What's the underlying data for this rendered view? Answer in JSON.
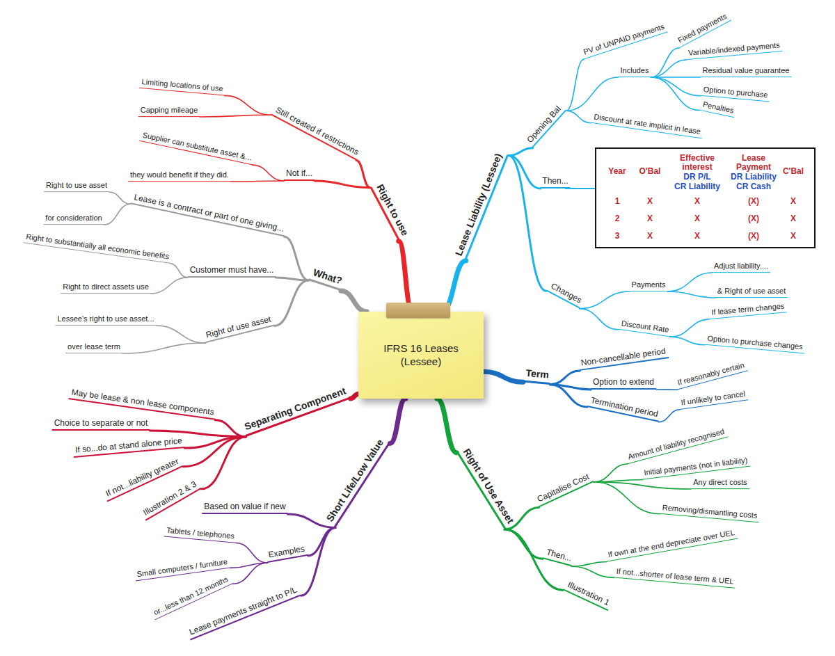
{
  "diagram": {
    "nodes": [
      {
        "text": [
          "IFRS 16 Leases (Lessee)"
        ]
      },
      {
        "text": [
          "Lease Liability (Lessee)"
        ]
      },
      {
        "text": [
          "Opening Bal"
        ]
      },
      {
        "text": [
          "PV of UNPAID payments"
        ]
      },
      {
        "text": [
          "Includes"
        ]
      },
      {
        "text": [
          "Fixed payments"
        ]
      },
      {
        "text": [
          "Variable/indexed payments"
        ]
      },
      {
        "text": [
          "Residual value guarantee"
        ]
      },
      {
        "text": [
          "Option to purchase"
        ]
      },
      {
        "text": [
          "Penalties"
        ]
      },
      {
        "text": [
          "Discount at rate implicit in lease"
        ]
      },
      {
        "text": [
          "Then..."
        ]
      },
      {
        "text": [
          "Changes"
        ]
      },
      {
        "text": [
          "Payments"
        ]
      },
      {
        "text": [
          "Adjust liability...."
        ]
      },
      {
        "text": [
          "& Right of use asset"
        ]
      },
      {
        "text": [
          "Discount Rate"
        ]
      },
      {
        "text": [
          "If lease term changes"
        ]
      },
      {
        "text": [
          "Option to purchase changes"
        ]
      },
      {
        "text": [
          "Term"
        ]
      },
      {
        "text": [
          "Non-cancellable period"
        ]
      },
      {
        "text": [
          "Option to extend"
        ]
      },
      {
        "text": [
          "If reasonably certain"
        ]
      },
      {
        "text": [
          "Termination period"
        ]
      },
      {
        "text": [
          "If unlikely to cancel"
        ]
      },
      {
        "text": [
          "Right of Use Asset"
        ]
      },
      {
        "text": [
          "Capitalise Cost"
        ]
      },
      {
        "text": [
          "Amount of liability recognised"
        ]
      },
      {
        "text": [
          "Initial payments (not in liability)"
        ]
      },
      {
        "text": [
          "Any direct costs"
        ]
      },
      {
        "text": [
          "Removing/dismantling costs"
        ]
      },
      {
        "text": [
          "Then..."
        ]
      },
      {
        "text": [
          "If own at the end depreciate over UEL"
        ]
      },
      {
        "text": [
          "If not...shorter of lease term & UEL"
        ]
      },
      {
        "text": [
          "Illustration 1"
        ]
      },
      {
        "text": [
          "Right to use"
        ]
      },
      {
        "text": [
          "Still created if restrictions"
        ]
      },
      {
        "text": [
          "Limiting locations of use"
        ]
      },
      {
        "text": [
          "Capping mileage"
        ]
      },
      {
        "text": [
          "Not if..."
        ]
      },
      {
        "text": [
          "Supplier can substitute asset &..."
        ]
      },
      {
        "text": [
          "they would benefit if they did."
        ]
      },
      {
        "text": [
          "What?"
        ]
      },
      {
        "text": [
          "Lease is a contract or part of one giving..."
        ]
      },
      {
        "text": [
          "Right to use asset"
        ]
      },
      {
        "text": [
          "for consideration"
        ]
      },
      {
        "text": [
          "Customer must have..."
        ]
      },
      {
        "text": [
          "Right to substantially all economic benefits"
        ]
      },
      {
        "text": [
          "Right to direct assets use"
        ]
      },
      {
        "text": [
          "Right of use asset"
        ]
      },
      {
        "text": [
          "Lessee's right to use asset..."
        ]
      },
      {
        "text": [
          "over lease term"
        ]
      },
      {
        "text": [
          "Separating Component"
        ]
      },
      {
        "text": [
          "May be lease & non lease components"
        ]
      },
      {
        "text": [
          "Choice to separate or not"
        ]
      },
      {
        "text": [
          "If so...do at stand alone price"
        ]
      },
      {
        "text": [
          "If not...liability greater"
        ]
      },
      {
        "text": [
          "Illustration 2 & 3"
        ]
      },
      {
        "text": [
          "Short Life/Low Value"
        ]
      },
      {
        "text": [
          "Based on value if new"
        ]
      },
      {
        "text": [
          "Examples"
        ]
      },
      {
        "text": [
          "Tablets / telephones"
        ]
      },
      {
        "text": [
          "Small computers / furniture"
        ]
      },
      {
        "text": [
          "or...less than 12 months"
        ]
      },
      {
        "text": [
          "Lease payments straight to P/L"
        ]
      }
    ],
    "edges": [
      {
        "from": 0,
        "to": 1,
        "arrow": "none"
      },
      {
        "from": 1,
        "to": 2,
        "arrow": "none"
      },
      {
        "from": 2,
        "to": 3,
        "arrow": "none"
      },
      {
        "from": 2,
        "to": 4,
        "arrow": "none"
      },
      {
        "from": 4,
        "to": 5,
        "arrow": "none"
      },
      {
        "from": 4,
        "to": 6,
        "arrow": "none"
      },
      {
        "from": 4,
        "to": 7,
        "arrow": "none"
      },
      {
        "from": 4,
        "to": 8,
        "arrow": "none"
      },
      {
        "from": 4,
        "to": 9,
        "arrow": "none"
      },
      {
        "from": 2,
        "to": 10,
        "arrow": "none"
      },
      {
        "from": 1,
        "to": 11,
        "arrow": "none"
      },
      {
        "from": 1,
        "to": 12,
        "arrow": "none"
      },
      {
        "from": 12,
        "to": 13,
        "arrow": "none"
      },
      {
        "from": 13,
        "to": 14,
        "arrow": "none"
      },
      {
        "from": 13,
        "to": 15,
        "arrow": "none"
      },
      {
        "from": 12,
        "to": 16,
        "arrow": "none"
      },
      {
        "from": 16,
        "to": 17,
        "arrow": "none"
      },
      {
        "from": 16,
        "to": 18,
        "arrow": "none"
      },
      {
        "from": 0,
        "to": 19,
        "arrow": "none"
      },
      {
        "from": 19,
        "to": 20,
        "arrow": "none"
      },
      {
        "from": 19,
        "to": 21,
        "arrow": "none"
      },
      {
        "from": 21,
        "to": 22,
        "arrow": "none"
      },
      {
        "from": 19,
        "to": 23,
        "arrow": "none"
      },
      {
        "from": 23,
        "to": 24,
        "arrow": "none"
      },
      {
        "from": 0,
        "to": 25,
        "arrow": "none"
      },
      {
        "from": 25,
        "to": 26,
        "arrow": "none"
      },
      {
        "from": 26,
        "to": 27,
        "arrow": "none"
      },
      {
        "from": 26,
        "to": 28,
        "arrow": "none"
      },
      {
        "from": 26,
        "to": 29,
        "arrow": "none"
      },
      {
        "from": 26,
        "to": 30,
        "arrow": "none"
      },
      {
        "from": 25,
        "to": 31,
        "arrow": "none"
      },
      {
        "from": 31,
        "to": 32,
        "arrow": "none"
      },
      {
        "from": 31,
        "to": 33,
        "arrow": "none"
      },
      {
        "from": 25,
        "to": 34,
        "arrow": "none"
      },
      {
        "from": 0,
        "to": 35,
        "arrow": "none"
      },
      {
        "from": 35,
        "to": 36,
        "arrow": "none"
      },
      {
        "from": 36,
        "to": 37,
        "arrow": "none"
      },
      {
        "from": 36,
        "to": 38,
        "arrow": "none"
      },
      {
        "from": 35,
        "to": 39,
        "arrow": "none"
      },
      {
        "from": 39,
        "to": 40,
        "arrow": "none"
      },
      {
        "from": 39,
        "to": 41,
        "arrow": "none"
      },
      {
        "from": 0,
        "to": 42,
        "arrow": "none"
      },
      {
        "from": 42,
        "to": 43,
        "arrow": "none"
      },
      {
        "from": 43,
        "to": 44,
        "arrow": "none"
      },
      {
        "from": 43,
        "to": 45,
        "arrow": "none"
      },
      {
        "from": 42,
        "to": 46,
        "arrow": "none"
      },
      {
        "from": 46,
        "to": 47,
        "arrow": "none"
      },
      {
        "from": 46,
        "to": 48,
        "arrow": "none"
      },
      {
        "from": 42,
        "to": 49,
        "arrow": "none"
      },
      {
        "from": 49,
        "to": 50,
        "arrow": "none"
      },
      {
        "from": 49,
        "to": 51,
        "arrow": "none"
      },
      {
        "from": 0,
        "to": 52,
        "arrow": "none"
      },
      {
        "from": 52,
        "to": 53,
        "arrow": "none"
      },
      {
        "from": 52,
        "to": 54,
        "arrow": "none"
      },
      {
        "from": 52,
        "to": 55,
        "arrow": "none"
      },
      {
        "from": 52,
        "to": 56,
        "arrow": "none"
      },
      {
        "from": 52,
        "to": 57,
        "arrow": "none"
      },
      {
        "from": 0,
        "to": 58,
        "arrow": "none"
      },
      {
        "from": 58,
        "to": 59,
        "arrow": "none"
      },
      {
        "from": 58,
        "to": 60,
        "arrow": "none"
      },
      {
        "from": 60,
        "to": 61,
        "arrow": "none"
      },
      {
        "from": 60,
        "to": 62,
        "arrow": "none"
      },
      {
        "from": 60,
        "to": 63,
        "arrow": "none"
      },
      {
        "from": 58,
        "to": 64,
        "arrow": "none"
      }
    ],
    "labels": [
      "Year",
      "O'Bal",
      "Effective interest",
      "DR P/L",
      "CR Liability",
      "Lease Payment",
      "DR Liability",
      "CR Cash",
      "C'Bal",
      "1",
      "X",
      "X",
      "(X)",
      "X",
      "2",
      "X",
      "X",
      "(X)",
      "X",
      "3",
      "X",
      "X",
      "(X)",
      "X"
    ]
  }
}
